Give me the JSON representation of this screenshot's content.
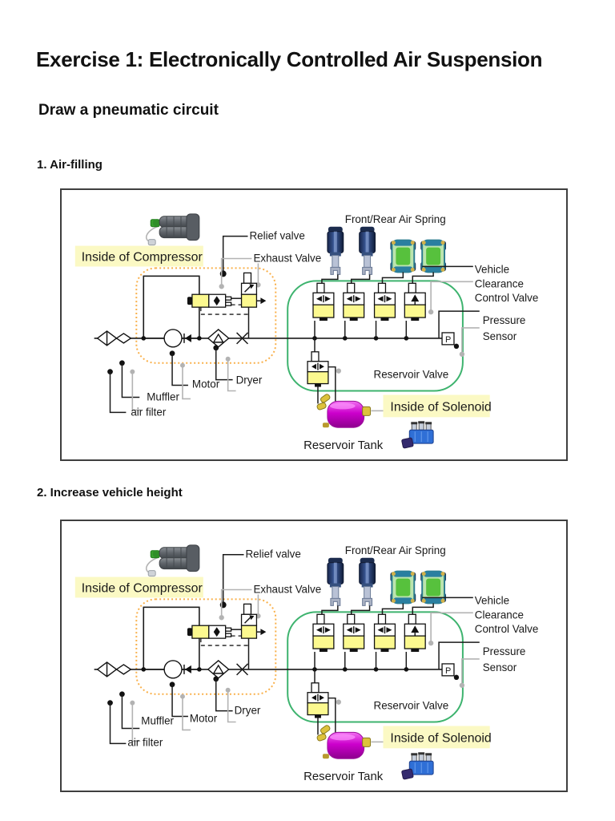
{
  "page": {
    "title": "Exercise 1: Electronically Controlled Air Suspension",
    "subtitle": "Draw a pneumatic circuit"
  },
  "sections": [
    {
      "heading": "1. Air-filling",
      "labels": {
        "inside_of_compressor": "Inside of Compressor",
        "relief_valve": "Relief valve",
        "exhaust_valve": "Exhaust Valve",
        "front_rear_air_spring": "Front/Rear Air Spring",
        "vehicle_clearance_line1": "Vehicle",
        "vehicle_clearance_line2": "Clearance",
        "vehicle_clearance_line3": "Control Valve",
        "pressure_sensor_line1": "Pressure",
        "pressure_sensor_line2": "Sensor",
        "pressure_port": "P",
        "reservoir_valve": "Reservoir Valve",
        "inside_of_solenoid": "Inside of Solenoid",
        "reservoir_tank": "Reservoir Tank",
        "motor": "Motor",
        "dryer": "Dryer",
        "muffler": "Muffler",
        "air_filter": "air filter"
      }
    },
    {
      "heading": "2. Increase vehicle height",
      "labels": {
        "inside_of_compressor": "Inside of Compressor",
        "relief_valve": "Relief valve",
        "exhaust_valve": "Exhaust Valve",
        "front_rear_air_spring": "Front/Rear Air Spring",
        "vehicle_clearance_line1": "Vehicle",
        "vehicle_clearance_line2": "Clearance",
        "vehicle_clearance_line3": "Control Valve",
        "pressure_sensor_line1": "Pressure",
        "pressure_sensor_line2": "Sensor",
        "pressure_port": "P",
        "reservoir_valve": "Reservoir Valve",
        "inside_of_solenoid": "Inside of Solenoid",
        "reservoir_tank": "Reservoir Tank",
        "motor": "Motor",
        "dryer": "Dryer",
        "muffler": "Muffler",
        "air_filter": "air filter"
      }
    }
  ],
  "colors": {
    "highlight_yellow": "#fbf9c4",
    "compressor_outline_orange": "#f9b04a",
    "solenoid_outline_green": "#3db36e",
    "valve_yellow": "#fcf98f",
    "tank_magenta": "#cc00cc",
    "solenoid_blue": "#2f6fd6",
    "leader_gray": "#b3b3b3",
    "line_black": "#1a1a1a"
  }
}
